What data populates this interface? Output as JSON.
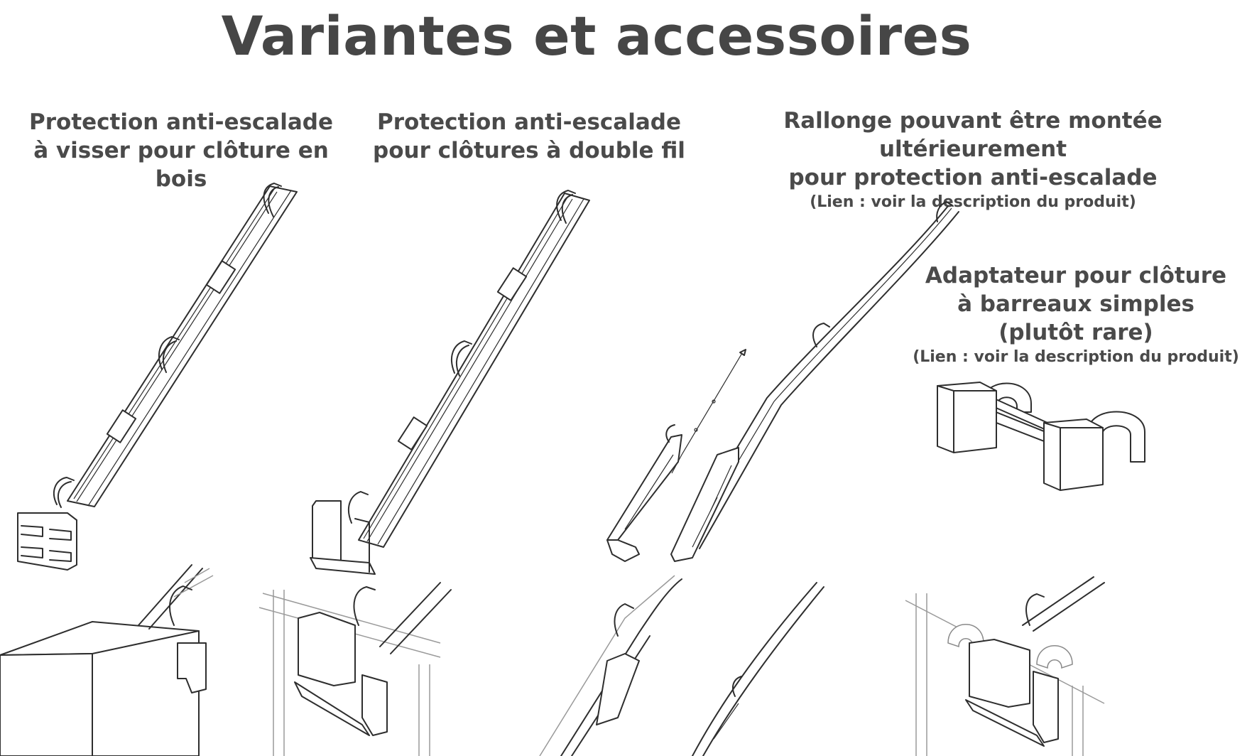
{
  "title": "Variantes et accessoires",
  "captions": {
    "wood": {
      "line1": "Protection anti-escalade",
      "line2": "à visser pour clôture en bois"
    },
    "double_wire": {
      "line1": "Protection anti-escalade",
      "line2": "pour clôtures à double fil"
    },
    "extension": {
      "line1": "Rallonge pouvant être montée ultérieurement",
      "line2": "pour protection anti-escalade",
      "note": "(Lien : voir la description du produit)"
    },
    "adapter": {
      "line1": "Adaptateur pour clôture",
      "line2": "à barreaux simples",
      "line3": "(plutôt rare)",
      "note": "(Lien : voir la description du produit)"
    }
  }
}
